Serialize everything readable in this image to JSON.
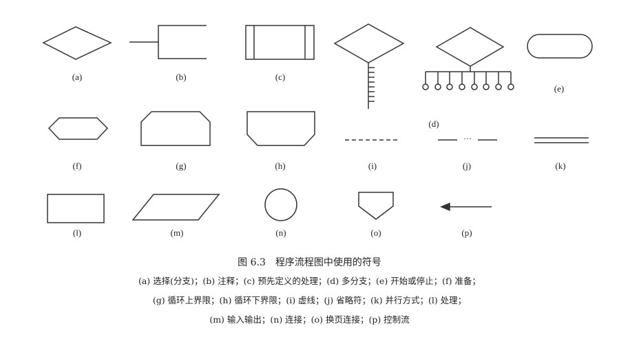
{
  "symbols": {
    "a": "(a)",
    "b": "(b)",
    "c": "(c)",
    "d": "(d)",
    "e": "(e)",
    "f": "(f)",
    "g": "(g)",
    "h": "(h)",
    "i": "(i)",
    "j": "(j)",
    "k": "(k)",
    "l": "(l)",
    "m": "(m)",
    "n": "(n)",
    "o": "(o)",
    "p": "(p)"
  },
  "ellipsis": "···",
  "caption": {
    "title": "图 6.3　程序流程图中使用的符号",
    "line1": "(a) 选择(分支)；(b) 注释；(c) 预先定义的处理；(d) 多分支；(e) 开始或停止；(f) 准备；",
    "line2": "(g) 循环上界限；(h) 循环下界限；(i) 虚线；(j) 省略符；(k) 并行方式；(l) 处理；",
    "line3": "(m) 输入输出；(n) 连接；(o) 换页连接；(p) 控制流"
  }
}
